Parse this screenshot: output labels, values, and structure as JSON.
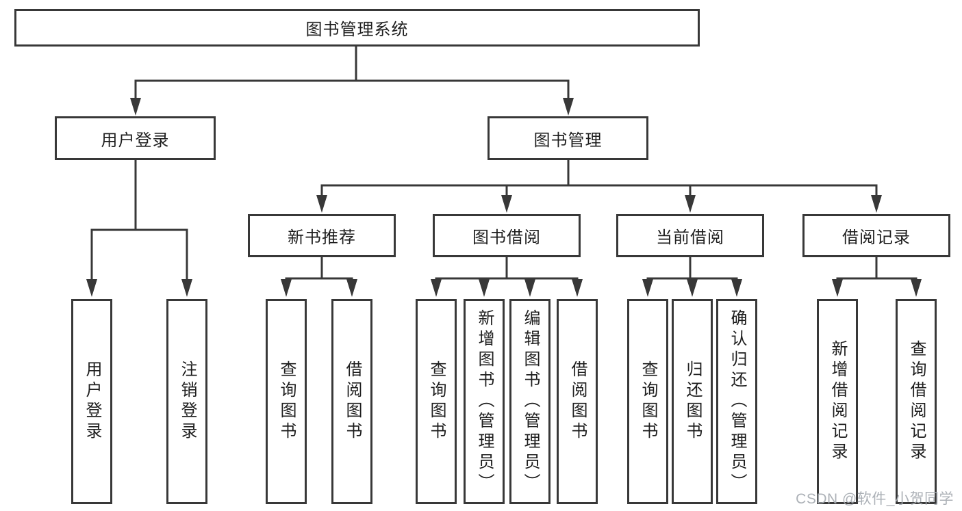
{
  "diagram": {
    "title": "图书管理系统",
    "root": {
      "label": "图书管理系统"
    },
    "level1": [
      {
        "label": "用户登录"
      },
      {
        "label": "图书管理"
      }
    ],
    "level2": [
      {
        "label": "新书推荐",
        "parent": "图书管理"
      },
      {
        "label": "图书借阅",
        "parent": "图书管理"
      },
      {
        "label": "当前借阅",
        "parent": "图书管理"
      },
      {
        "label": "借阅记录",
        "parent": "图书管理"
      }
    ],
    "leaves": [
      {
        "label": "用户登录",
        "parent": "用户登录"
      },
      {
        "label": "注销登录",
        "parent": "用户登录"
      },
      {
        "label": "查询图书",
        "parent": "新书推荐"
      },
      {
        "label": "借阅图书",
        "parent": "新书推荐"
      },
      {
        "label": "查询图书",
        "parent": "图书借阅"
      },
      {
        "label": "新增图书（管理员）",
        "parent": "图书借阅"
      },
      {
        "label": "编辑图书（管理员）",
        "parent": "图书借阅"
      },
      {
        "label": "借阅图书",
        "parent": "图书借阅"
      },
      {
        "label": "查询图书",
        "parent": "当前借阅"
      },
      {
        "label": "归还图书",
        "parent": "当前借阅"
      },
      {
        "label": "确认归还（管理员）",
        "parent": "当前借阅"
      },
      {
        "label": "新增借阅记录",
        "parent": "借阅记录"
      },
      {
        "label": "查询借阅记录",
        "parent": "借阅记录"
      }
    ],
    "watermark": "CSDN @软件_小贺同学",
    "colors": {
      "line": "#383838",
      "text": "#1e1e1e",
      "background": "#ffffff",
      "watermark": "#a6abb1"
    }
  }
}
